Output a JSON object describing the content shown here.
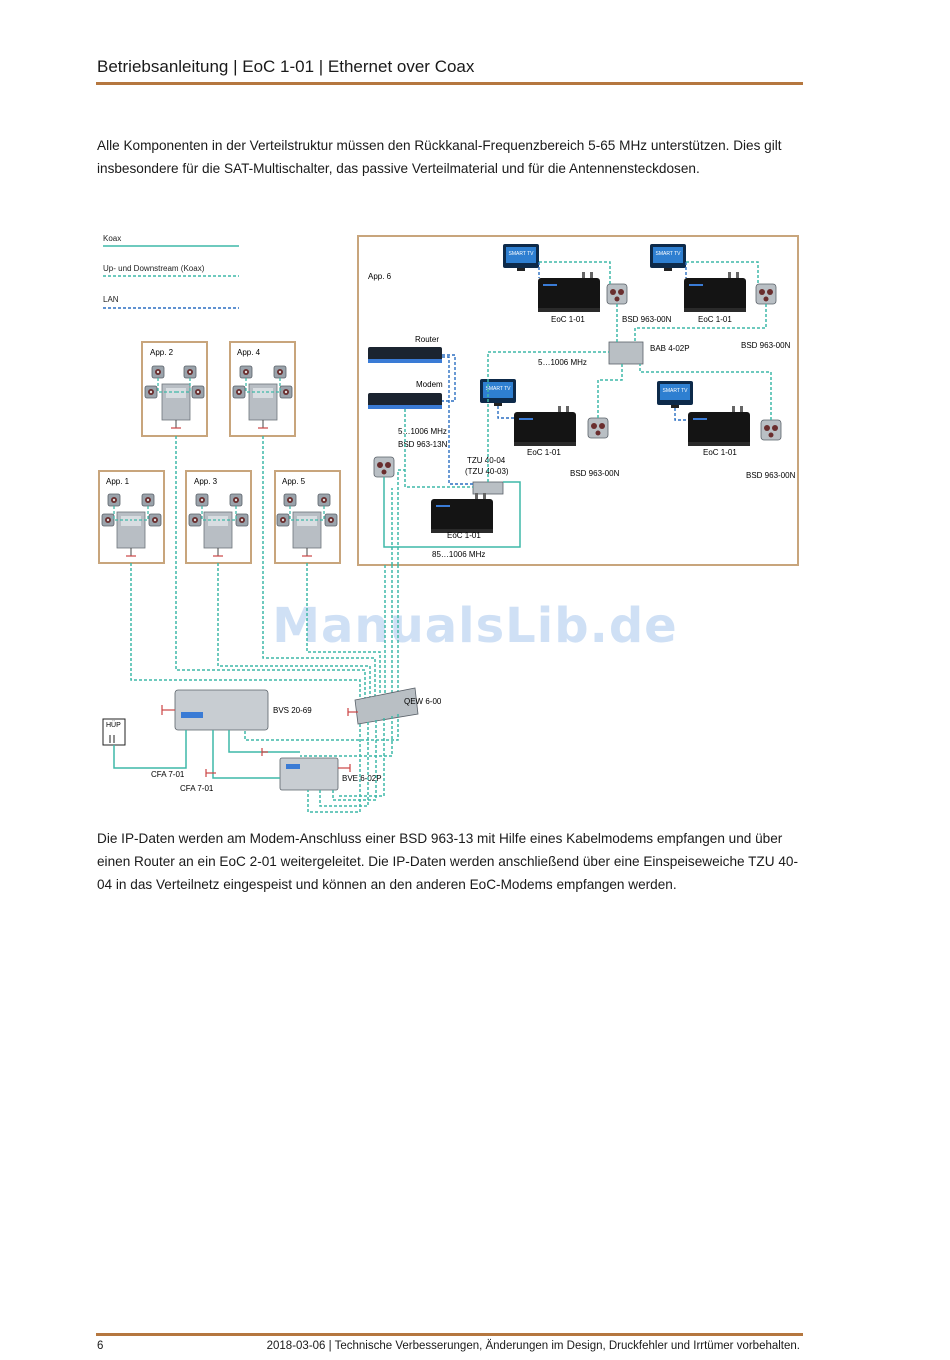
{
  "header": {
    "title": "Betriebsanleitung | EoC 1-01 | Ethernet over Coax"
  },
  "intro_text": "Alle Komponenten in der Verteilstruktur müssen den Rückkanal-Frequenzbereich 5-65 MHz unterstützen. Dies gilt insbesondere für die SAT-Multischalter, das passive Verteilmaterial und für die Antennensteckdosen.",
  "diagram": {
    "legend": {
      "koax": "Koax",
      "updown": "Up- und Downstream (Koax)",
      "lan": "LAN"
    },
    "apartments": {
      "app1": "App. 1",
      "app2": "App. 2",
      "app3": "App. 3",
      "app4": "App. 4",
      "app5": "App. 5",
      "app6": "App. 6"
    },
    "labels": {
      "router": "Router",
      "modem": "Modem",
      "range1": "5…1006 MHz",
      "bsd13n": "BSD 963-13N",
      "tzu_a": "TZU 40-04",
      "tzu_b": "(TZU 40-03)",
      "range2": "85…1006 MHz",
      "range3": "5…1006 MHz",
      "eoc_a": "EoC 1-01",
      "eoc_b": "EoC 1-01",
      "eoc_c": "EoC 1-01",
      "eoc_d": "EoC 1-01",
      "eoc_e": "EoC 1-01",
      "bsd00n_a": "BSD 963-00N",
      "bsd00n_b": "BSD 963-00N",
      "bsd00n_c": "BSD 963-00N",
      "bsd00n_d": "BSD 963-00N",
      "bab": "BAB 4-02P",
      "smart_tv": "SMART TV",
      "qew": "QEW 6-00",
      "bvs": "BVS 20-69",
      "cfa_a": "CFA 7-01",
      "cfa_b": "CFA 7-01",
      "bve": "BVE 6-02P",
      "hup": "HÜP"
    },
    "colors": {
      "koax": "#3fb8a8",
      "lan": "#2b6fc2",
      "frame": "#c8a57c"
    }
  },
  "body_text": "Die IP-Daten werden am Modem-Anschluss einer BSD 963-13 mit Hilfe eines Kabelmodems empfangen und über einen Router an ein EoC 2-01 weitergeleitet. Die IP-Daten werden anschließend über eine Einspeiseweiche TZU 40-04 in das Verteilnetz eingespeist und können an den anderen EoC-Modems empfangen werden.",
  "watermark": "ManualsLib.de",
  "footer": {
    "page": "6",
    "note": "2018-03-06 | Technische Verbesserungen, Änderungen im Design, Druckfehler und Irrtümer vorbehalten."
  }
}
